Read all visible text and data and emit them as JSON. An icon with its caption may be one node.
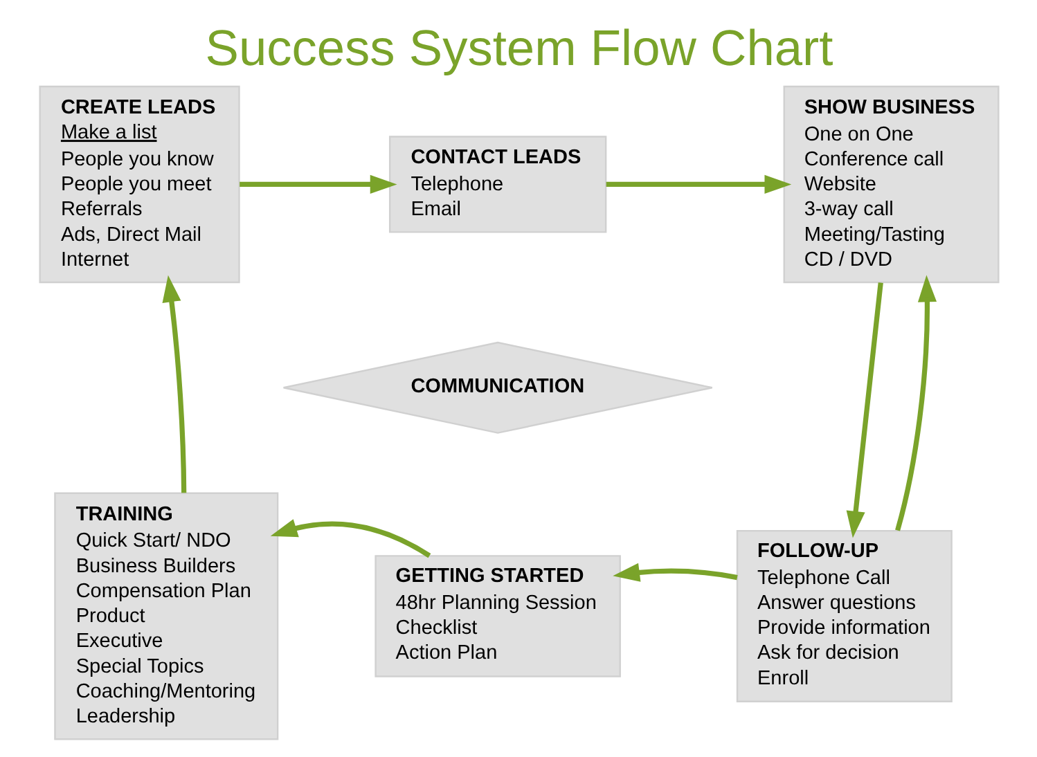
{
  "diagram": {
    "title": "Success System Flow Chart",
    "nodes": [
      {
        "text": [
          "CREATE LEADS",
          "Make a list",
          "People you know",
          "People you meet",
          "Referrals",
          "Ads, Direct Mail",
          "Internet"
        ]
      },
      {
        "text": [
          "CONTACT LEADS",
          "Telephone",
          "Email"
        ]
      },
      {
        "text": [
          "SHOW BUSINESS",
          "One on One",
          "Conference call",
          "Website",
          "3-way call",
          "Meeting/Tasting",
          "CD / DVD"
        ]
      },
      {
        "text": [
          "FOLLOW-UP",
          "Telephone Call",
          "Answer questions",
          "Provide information",
          "Ask for decision",
          "Enroll"
        ]
      },
      {
        "text": [
          "GETTING STARTED",
          "48hr Planning Session",
          "Checklist",
          "Action Plan"
        ]
      },
      {
        "text": [
          "TRAINING",
          "Quick Start/ NDO",
          "Business Builders",
          "Compensation Plan",
          "Product",
          "Executive",
          "Special Topics",
          "Coaching/Mentoring",
          "Leadership"
        ]
      },
      {
        "text": [
          "COMMUNICATION"
        ]
      }
    ],
    "edges": [
      {
        "from": 0,
        "to": 1,
        "arrow": "to"
      },
      {
        "from": 1,
        "to": 2,
        "arrow": "to"
      },
      {
        "from": 2,
        "to": 3,
        "arrow": "to"
      },
      {
        "from": 3,
        "to": 4,
        "arrow": "to"
      },
      {
        "from": 4,
        "to": 5,
        "arrow": "to"
      },
      {
        "from": 5,
        "to": 0,
        "arrow": "to"
      },
      {
        "from": 3,
        "to": 2,
        "arrow": "to"
      }
    ]
  }
}
